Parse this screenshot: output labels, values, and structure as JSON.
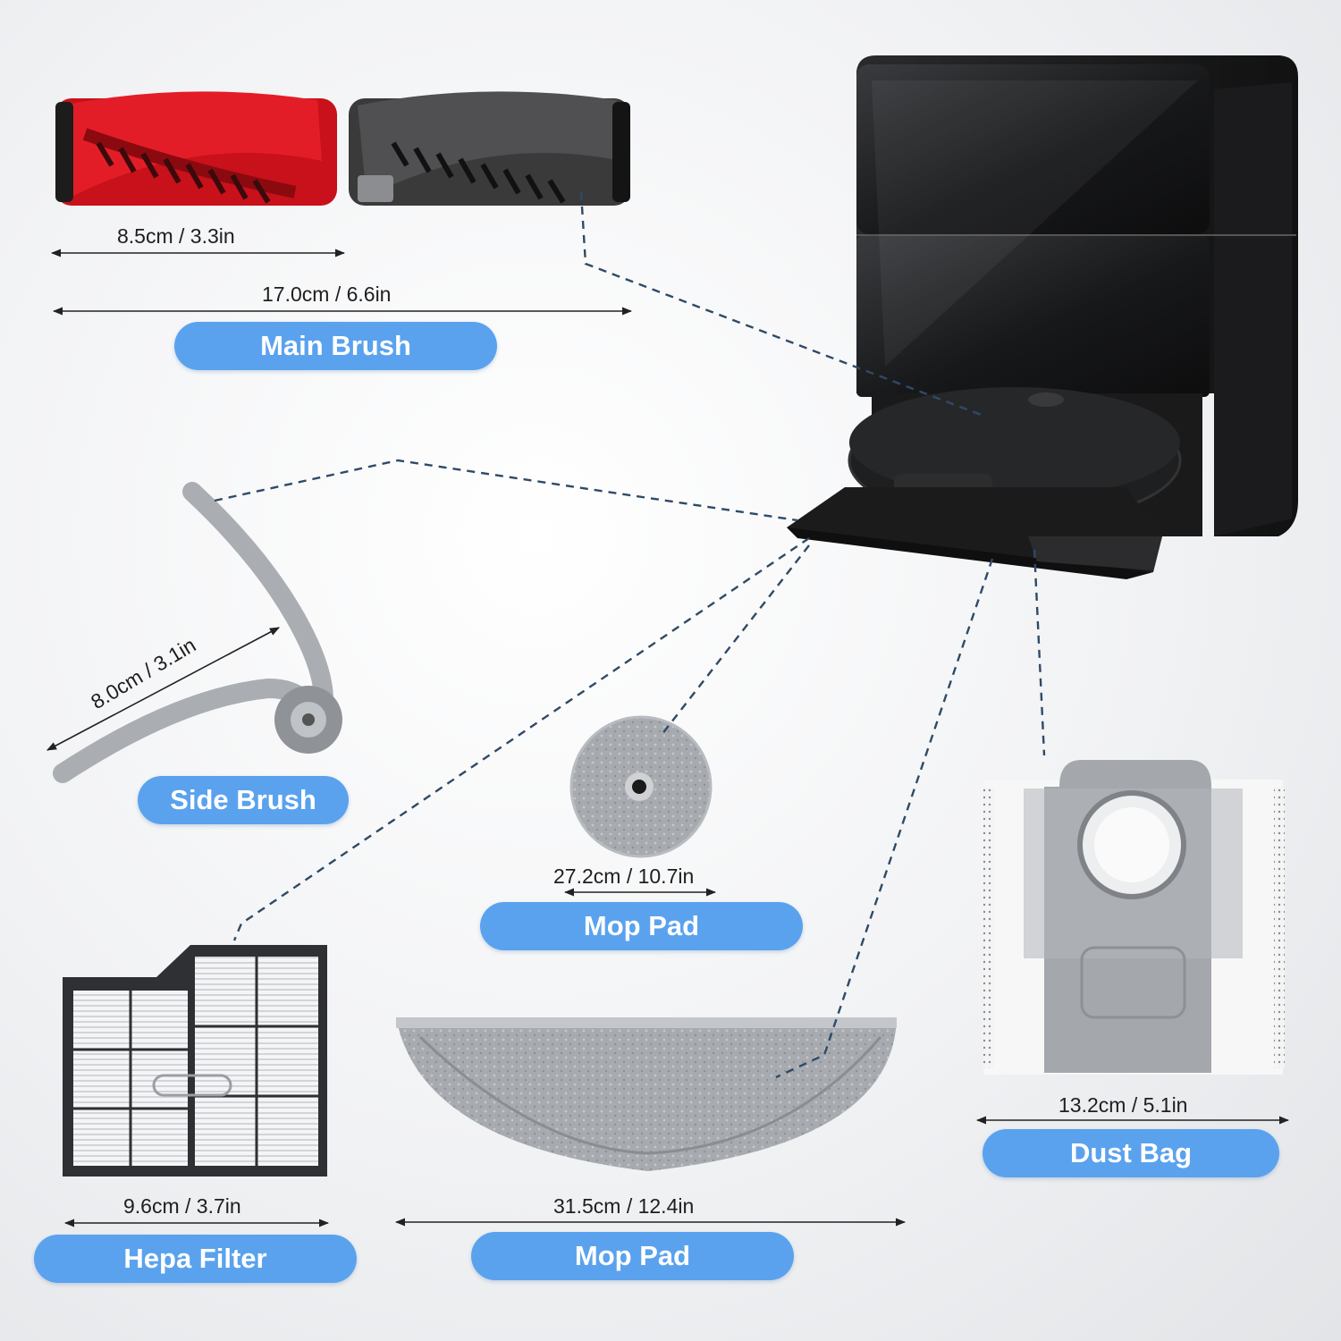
{
  "colors": {
    "label_bg": "#5aa2ee",
    "label_text": "#ffffff",
    "dimension_text": "#1e1e1e",
    "leader_line": "#2f4a66",
    "brush_red": "#d9121b",
    "brush_black": "#2e2e2e",
    "station_black": "#161616",
    "part_gray": "#9a9ea3"
  },
  "icons": [
    "main-brush-red-icon",
    "main-brush-black-icon",
    "side-brush-icon",
    "round-mop-pad-icon",
    "hepa-filter-icon",
    "half-moon-mop-pad-icon",
    "dust-bag-icon",
    "base-station-icon"
  ],
  "main_brush": {
    "label": "Main Brush",
    "dim_short": "8.5cm / 3.3in",
    "dim_long": "17.0cm / 6.6in"
  },
  "side_brush": {
    "label": "Side Brush",
    "dim": "8.0cm / 3.1in"
  },
  "mop_pad_round": {
    "label": "Mop Pad",
    "dim": "27.2cm / 10.7in"
  },
  "hepa_filter": {
    "label": "Hepa Filter",
    "dim": "9.6cm / 3.7in"
  },
  "mop_pad_half": {
    "label": "Mop Pad",
    "dim": "31.5cm / 12.4in"
  },
  "dust_bag": {
    "label": "Dust Bag",
    "dim": "13.2cm / 5.1in"
  }
}
